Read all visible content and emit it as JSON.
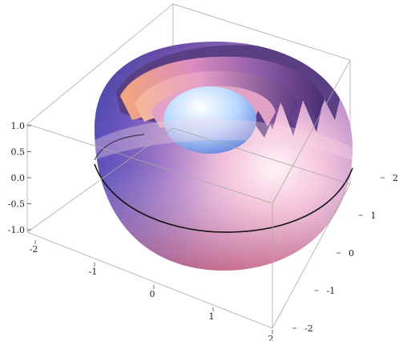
{
  "chart_data": {
    "type": "surface3d",
    "title": "",
    "description_visible": "nested spherical shells with crown-shaped (scalloped) upper edges, ringed by a black equator curve, inside a 3D bounding box",
    "shells": [
      {
        "name": "",
        "radius": 2.0
      },
      {
        "name": "",
        "radius": 1.6
      },
      {
        "name": "",
        "radius": 1.2
      },
      {
        "name": "",
        "radius": 0.8
      }
    ],
    "axes": {
      "z": {
        "range": [
          -1.0,
          1.0
        ],
        "ticks": [
          "1.0",
          "0.5",
          "0.0",
          "-0.5",
          "-1.0"
        ]
      },
      "x": {
        "range": [
          -2,
          2
        ],
        "ticks": [
          "-2",
          "-1",
          "0",
          "1",
          "2"
        ]
      },
      "y": {
        "range": [
          -2,
          2
        ],
        "ticks": [
          "2",
          "1",
          "0",
          "-1",
          "-2"
        ]
      }
    },
    "box": true,
    "colors": {
      "surface_light": "#f6d2e6",
      "surface_shadow": "#5f3d8f",
      "inner_top": "#d8ecff",
      "equator": "#111111"
    }
  }
}
